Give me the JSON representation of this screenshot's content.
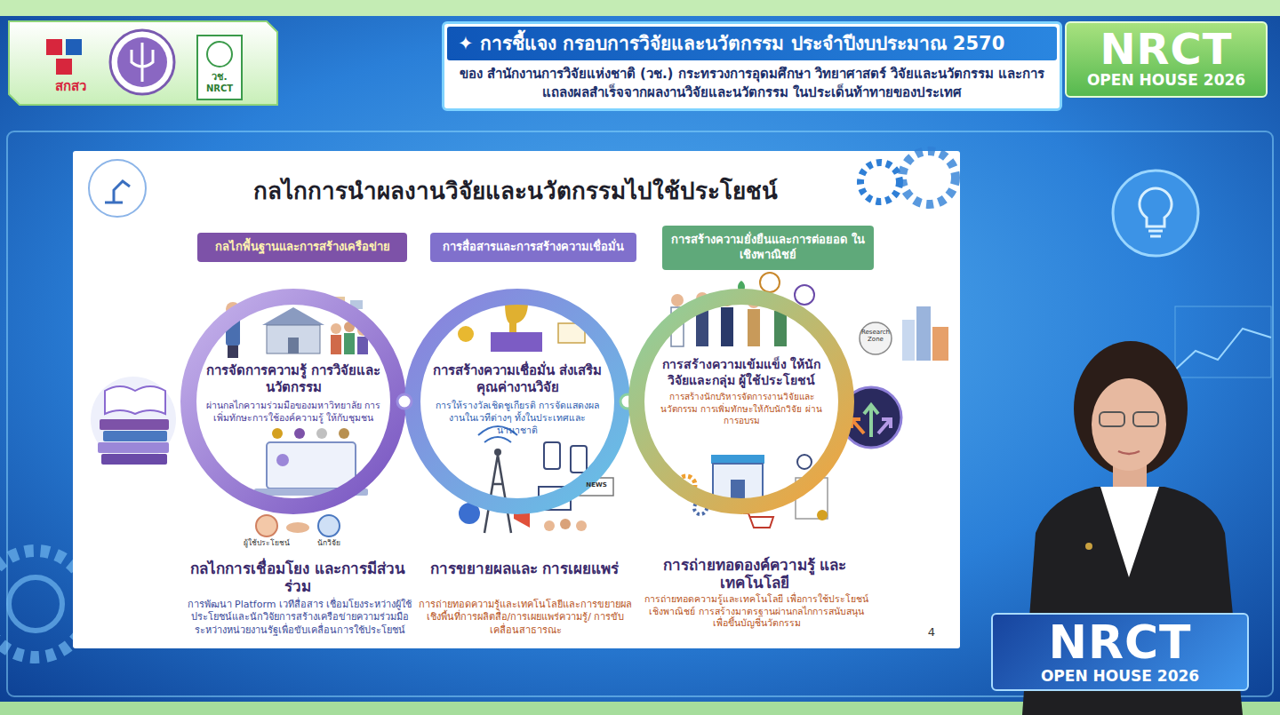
{
  "diagram": {
    "title": "กลไกการนำผลงานวิจัยและนวัตกรรมไปใช้ประโยชน์",
    "nodes": [
      {
        "text": [
          "✦ การชี้แจง กรอบการวิจัยและนวัตกรรม ประจำปีงบประมาณ 2570",
          "ของ สำนักงานการวิจัยแห่งชาติ (วช.) กระทรวงการอุดมศึกษา วิทยาศาสตร์ วิจัยและนวัตกรรม และการแถลงผลสำเร็จจากผลงานวิจัยและนวัตกรรม ในประเด็นท้าทายของประเทศ"
        ]
      },
      {
        "text": [
          "NRCT",
          "OPEN HOUSE 2026"
        ]
      },
      {
        "text": [
          "กลไกพื้นฐานและการสร้างเครือข่าย"
        ]
      },
      {
        "text": [
          "การสื่อสารและการสร้างความเชื่อมั่น"
        ]
      },
      {
        "text": [
          "การสร้างความยั่งยืนและการต่อยอด ในเชิงพาณิชย์"
        ]
      },
      {
        "text": [
          "การจัดการความรู้ การวิจัยและนวัตกรรม",
          "ผ่านกลไกความร่วมมือของมหาวิทยาลัย การเพิ่มทักษะการใช้องค์ความรู้ ให้กับชุมชน"
        ]
      },
      {
        "text": [
          "การสร้างความเชื่อมั่น ส่งเสริมคุณค่างานวิจัย",
          "การให้รางวัลเชิดชูเกียรติ การจัดแสดงผลงานในเวทีต่างๆ ทั้งในประเทศและนานาชาติ"
        ]
      },
      {
        "text": [
          "การสร้างความเข้มแข็ง ให้นักวิจัยและกลุ่ม ผู้ใช้ประโยชน์",
          "การสร้างนักบริหารจัดการงานวิจัยและ นวัตกรรม การเพิ่มทักษะให้กับนักวิจัย ผ่านการอบรม"
        ]
      },
      {
        "text": [
          "NRCT",
          "OPEN HOUSE 2026"
        ]
      }
    ],
    "labels": [
      "สกสว",
      "วช.",
      "NRCT",
      "ผู้ใช้ประโยชน์",
      "นักวิจัย",
      "Research Zone",
      "NEWS",
      "กลไกการเชื่อมโยง และการมีส่วนร่วม",
      "การพัฒนา Platform เวทีสื่อสาร เชื่อมโยงระหว่างผู้ใช้ ประโยชน์และนักวิจัยการสร้างเครือข่ายความร่วมมือ ระหว่างหน่วยงานรัฐเพื่อขับเคลื่อนการใช้ประโยชน์",
      "การขยายผลและ การเผยแพร่",
      "การถ่ายทอดความรู้และเทคโนโลยีและการขยายผล เชิงพื้นที่การผลิตสื่อ/การเผยแพร่ความรู้/ การขับเคลื่อนสาธารณะ",
      "การถ่ายทอดองค์ความรู้ และเทคโนโลยี",
      "การถ่ายทอดความรู้และเทคโนโลยี เพื่อการใช้ประโยชน์เชิงพาณิชย์ การสร้างมาตรฐานผ่านกลไกการสนับสนุน เพื่อขึ้นบัญชีนวัตกรรม",
      "4"
    ]
  }
}
